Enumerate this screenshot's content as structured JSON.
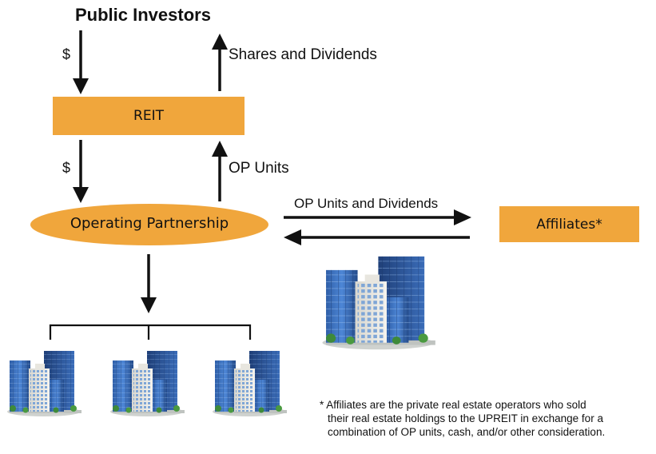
{
  "top_label": "Public Investors",
  "reit_label": "REIT",
  "operating_partnership_label": "Operating Partnership",
  "affiliates_label": "Affiliates*",
  "flows": {
    "investors_to_reit": "$",
    "reit_to_investors": "Shares and Dividends",
    "reit_to_op": "$",
    "op_to_reit": "OP Units",
    "op_to_affiliates": "OP Units and Dividends"
  },
  "footnote": {
    "line1": "* Affiliates are the private real estate operators who sold",
    "line2": "their real estate holdings to the UPREIT in exchange for a",
    "line3": "combination of OP units, cash, and/or other consideration."
  },
  "colors": {
    "node_fill": "#f0a63c",
    "arrow": "#111111"
  },
  "icons": [
    "office-buildings-icon"
  ]
}
